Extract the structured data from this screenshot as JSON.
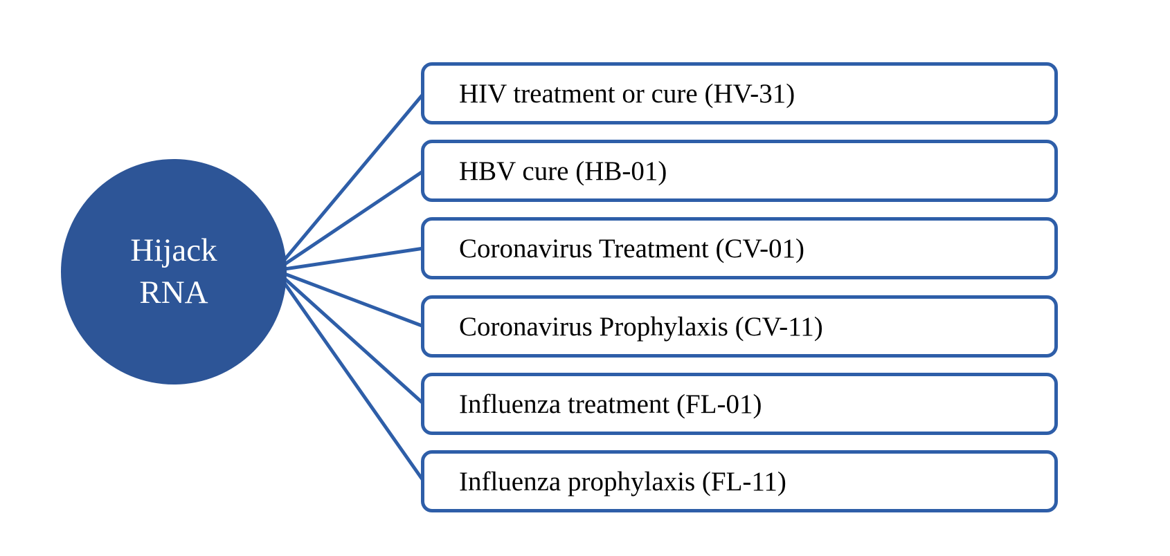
{
  "diagram": {
    "root": {
      "lines": [
        "Hijack",
        "RNA"
      ]
    },
    "items": [
      {
        "label": "HIV treatment or cure (HV-31)"
      },
      {
        "label": "HBV cure (HB-01)"
      },
      {
        "label": "Coronavirus Treatment (CV-01)"
      },
      {
        "label": "Coronavirus Prophylaxis (CV-11)"
      },
      {
        "label": "Influenza treatment (FL-01)"
      },
      {
        "label": "Influenza prophylaxis (FL-11)"
      }
    ],
    "colors": {
      "node_fill": "#2d5597",
      "node_text": "#ffffff",
      "border": "#2e5ea8",
      "box_text": "#000000",
      "background": "#ffffff"
    }
  }
}
